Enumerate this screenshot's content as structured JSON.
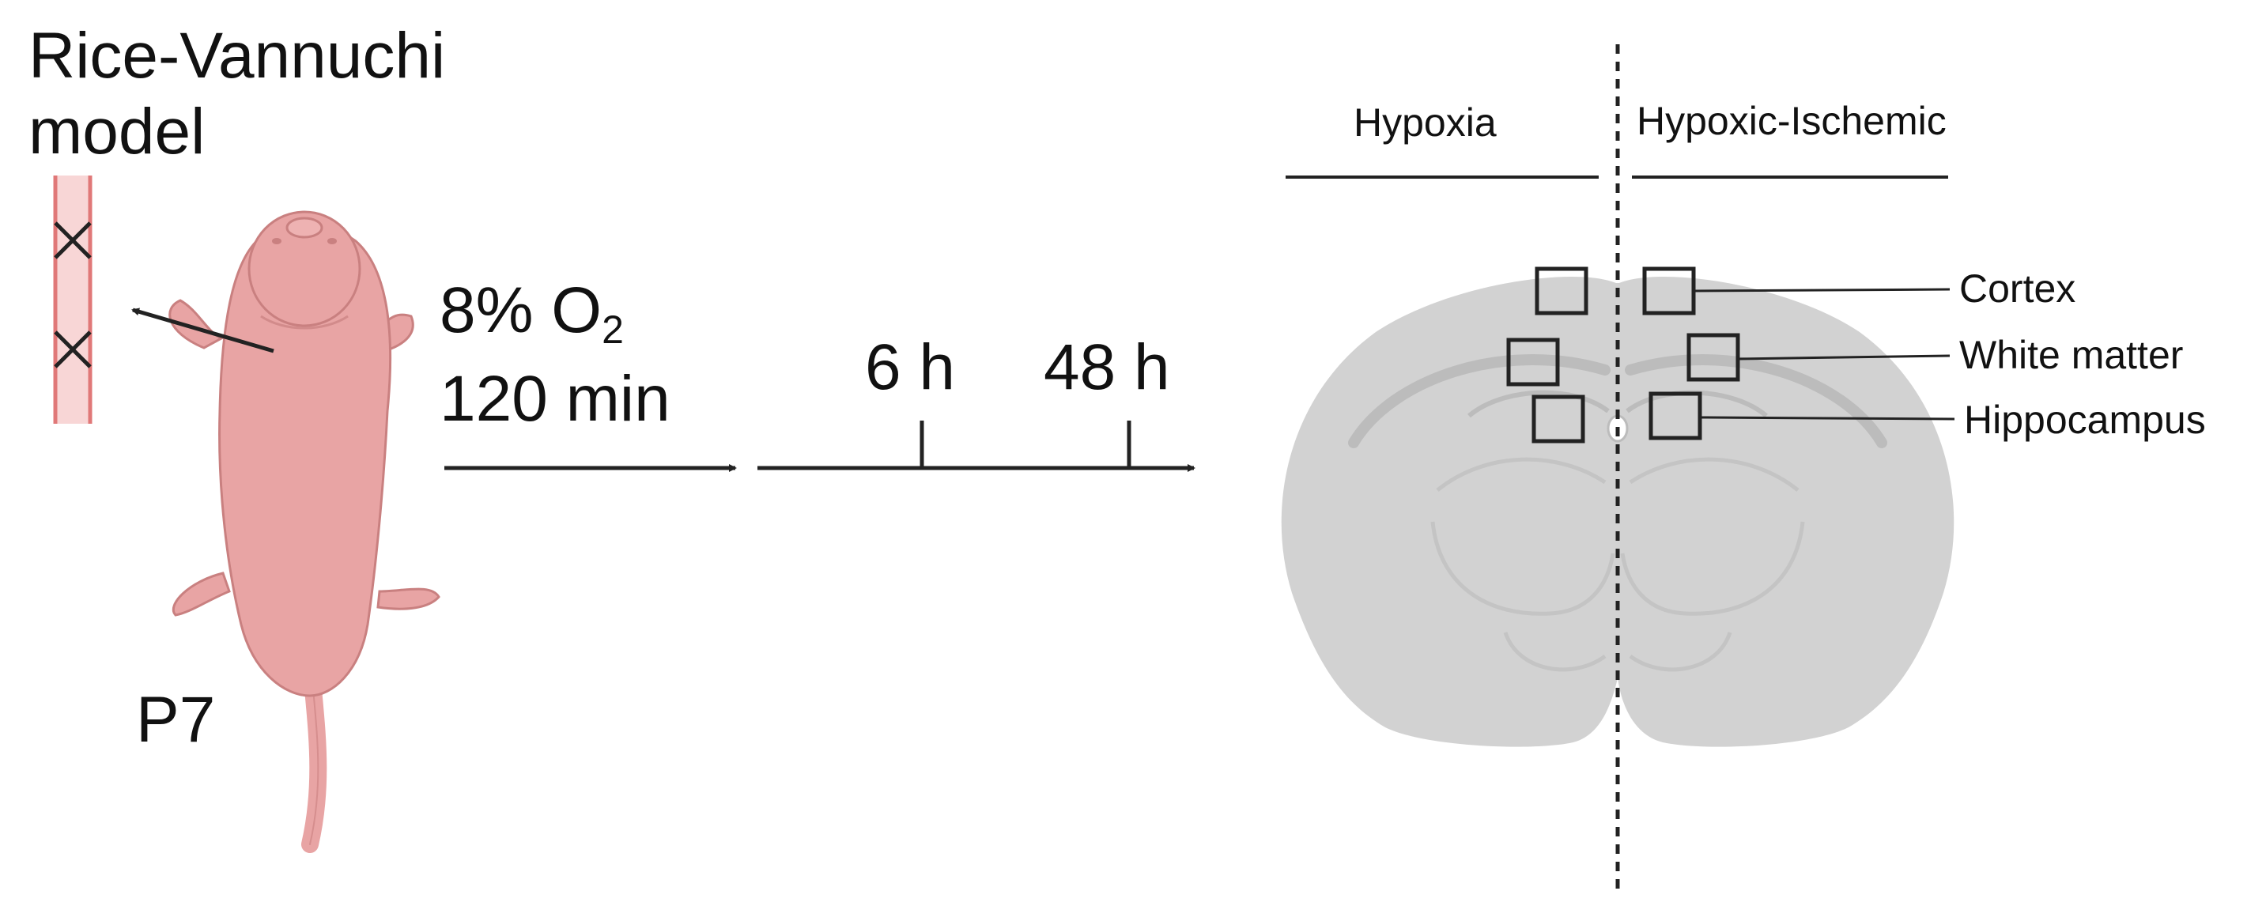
{
  "model": {
    "line1": "Rice-Vannuchi",
    "line2": "model"
  },
  "age": "P7",
  "hypoxia_treatment": {
    "percent": "8% O",
    "subscript": "2",
    "duration": "120 min"
  },
  "timeline": {
    "t1": "6 h",
    "t2": "48 h"
  },
  "brain": {
    "left_side": "Hypoxia",
    "right_side": "Hypoxic-Ischemic",
    "regions": [
      "Cortex",
      "White matter",
      "Hippocampus"
    ]
  },
  "colors": {
    "pup_skin": "#e8a4a4",
    "pup_outline": "#c98080",
    "artery_fill": "#f8d6d6",
    "artery_edge": "#e07878",
    "brain_fill": "#d2d2d2",
    "brain_inner": "#bcbcbc",
    "line": "#222222"
  }
}
